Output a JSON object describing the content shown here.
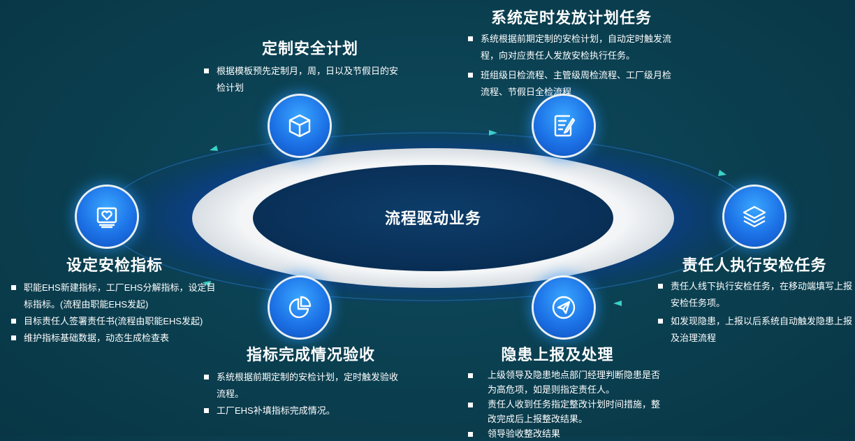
{
  "center": {
    "label": "流程驱动业务"
  },
  "steps": [
    {
      "id": "plan",
      "title": "定制安全计划",
      "icon": "cube-icon",
      "bullets": [
        "根据模板预先定制月，周，日以及节假日的安检计划"
      ]
    },
    {
      "id": "dispatch",
      "title": "系统定时发放计划任务",
      "icon": "edit-document-icon",
      "bullets": [
        "系统根据前期定制的安检计划，自动定时触发流程，向对应责任人发放安检执行任务。",
        "班组级日检流程、主管级周检流程、工厂级月检流程、节假日全检流程"
      ]
    },
    {
      "id": "execute",
      "title": "责任人执行安检任务",
      "icon": "layers-icon",
      "bullets": [
        "责任人线下执行安检任务，在移动端填写上报安检任务项。",
        "如发现隐患，上报以后系统自动触发隐患上报及治理流程"
      ]
    },
    {
      "id": "report",
      "title": "隐患上报及处理",
      "icon": "paper-plane-icon",
      "bullets": [
        "上级领导及隐患地点部门经理判断隐患是否为高危项，如是则指定责任人。",
        "责任人收到任务指定整改计划时间措施，整改完成后上报整改结果。",
        "领导验收整改结果"
      ]
    },
    {
      "id": "accept",
      "title": "指标完成情况验收",
      "icon": "pie-chart-icon",
      "bullets": [
        "系统根据前期定制的安检计划，定时触发验收流程。",
        "工厂EHS补填指标完成情况。"
      ]
    },
    {
      "id": "target",
      "title": "设定安检指标",
      "icon": "heart-cards-icon",
      "bullets": [
        "职能EHS新建指标，工厂EHS分解指标，设定目标指标。(流程由职能EHS发起)",
        "目标责任人签署责任书(流程由职能EHS发起)",
        "维护指标基础数据，动态生成检查表"
      ]
    }
  ]
}
